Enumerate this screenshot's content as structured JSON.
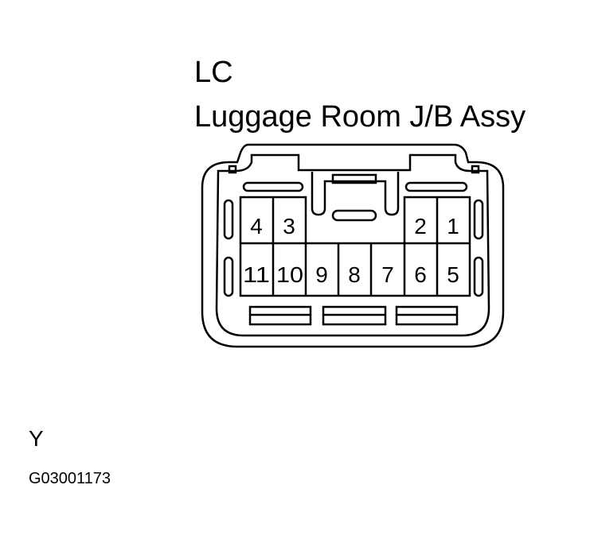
{
  "connector": {
    "code": "LC",
    "name": "Luggage Room J/B Assy",
    "color_code": "Y",
    "figure_id": "G03001173"
  },
  "pins": {
    "top_left": [
      "4",
      "3"
    ],
    "top_right": [
      "2",
      "1"
    ],
    "bottom": [
      "11",
      "10",
      "9",
      "8",
      "7",
      "6",
      "5"
    ]
  }
}
